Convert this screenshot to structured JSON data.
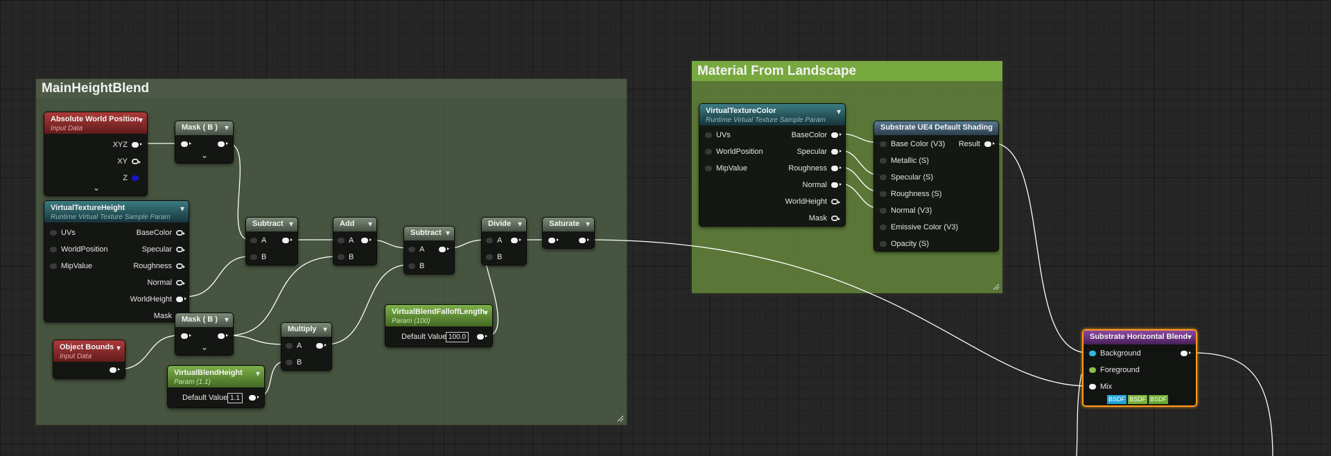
{
  "comments": {
    "main": {
      "title": "MainHeightBlend"
    },
    "landscape": {
      "title": "Material From Landscape"
    }
  },
  "nodes": {
    "abs_world_pos": {
      "title": "Absolute World Position",
      "subtitle": "Input Data",
      "outputs": [
        "XYZ",
        "XY",
        "Z"
      ]
    },
    "mask_b_top": {
      "title": "Mask ( B )"
    },
    "vt_height": {
      "title": "VirtualTextureHeight",
      "subtitle": "Runtime Virtual Texture Sample Param",
      "inputs": [
        "UVs",
        "WorldPosition",
        "MipValue"
      ],
      "outputs": [
        "BaseColor",
        "Specular",
        "Roughness",
        "Normal",
        "WorldHeight",
        "Mask"
      ]
    },
    "subtract1": {
      "title": "Subtract",
      "inputs": [
        "A",
        "B"
      ]
    },
    "add": {
      "title": "Add",
      "inputs": [
        "A",
        "B"
      ]
    },
    "subtract2": {
      "title": "Subtract",
      "inputs": [
        "A",
        "B"
      ]
    },
    "divide": {
      "title": "Divide",
      "inputs": [
        "A",
        "B"
      ]
    },
    "saturate": {
      "title": "Saturate"
    },
    "mask_b_bottom": {
      "title": "Mask ( B )"
    },
    "multiply": {
      "title": "Multiply",
      "inputs": [
        "A",
        "B"
      ]
    },
    "object_bounds": {
      "title": "Object Bounds",
      "subtitle": "Input Data"
    },
    "vb_height": {
      "title": "VirtualBlendHeight",
      "subtitle": "Param (1.1)",
      "default_label": "Default Value",
      "default_value": "1.1"
    },
    "vb_falloff": {
      "title": "VirtualBlendFalloffLength",
      "subtitle": "Param (100)",
      "default_label": "Default Value",
      "default_value": "100.0"
    },
    "vt_color": {
      "title": "VirtualTextureColor",
      "subtitle": "Runtime Virtual Texture Sample Param",
      "inputs": [
        "UVs",
        "WorldPosition",
        "MipValue"
      ],
      "outputs": [
        "BaseColor",
        "Specular",
        "Roughness",
        "Normal",
        "WorldHeight",
        "Mask"
      ]
    },
    "ue4_shading": {
      "title": "Substrate UE4 Default Shading",
      "inputs": [
        "Base Color (V3)",
        "Metallic (S)",
        "Specular (S)",
        "Roughness (S)",
        "Normal (V3)",
        "Emissive Color (V3)",
        "Opacity (S)"
      ],
      "output": "Result"
    },
    "hblend": {
      "title": "Substrate Horizontal Blend",
      "inputs": [
        "Background",
        "Foreground",
        "Mix"
      ],
      "badges": [
        "BSDF",
        "BSDF",
        "BSDF"
      ]
    }
  },
  "icons": {
    "chevron": "▾",
    "collapse": "⌄"
  },
  "colors": {
    "comment_main": "#46503f",
    "comment_main_header": "#4d5946",
    "comment_landscape": "#576d3a",
    "comment_landscape_header": "#78a93f",
    "selection_outline": "#ff9a1a",
    "wire": "#ffffff"
  }
}
